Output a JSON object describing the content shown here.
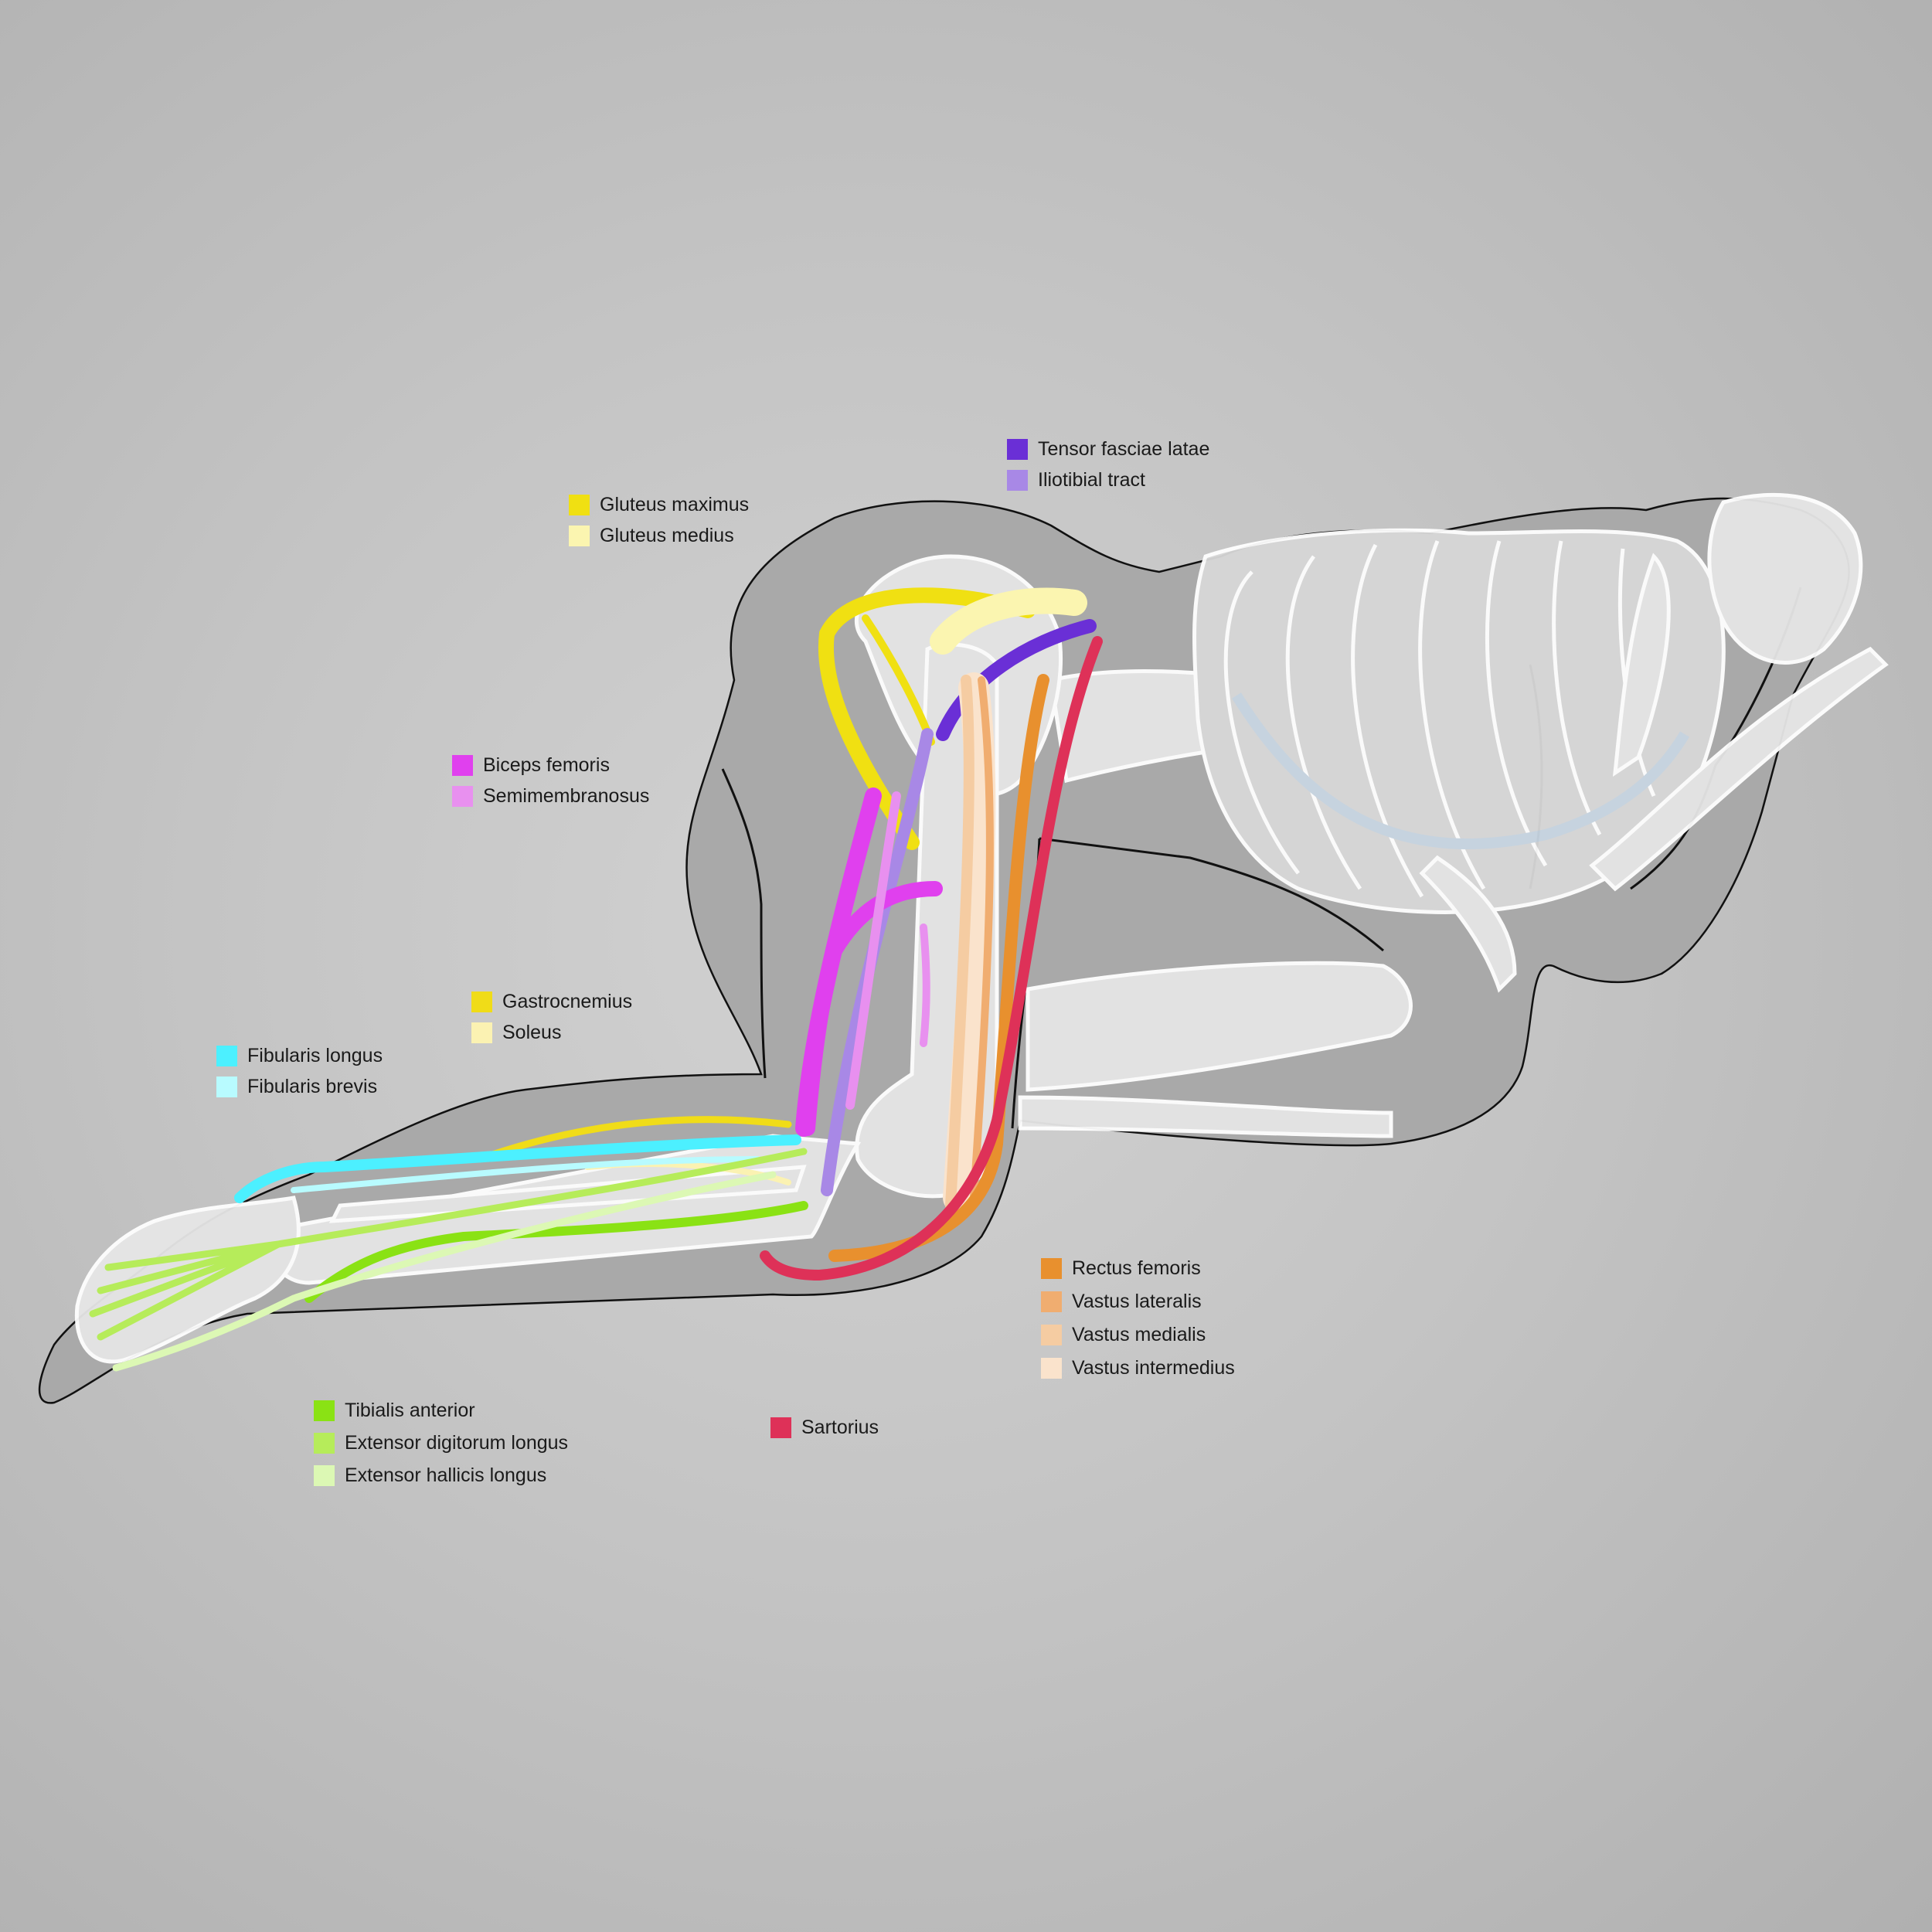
{
  "legend_groups": [
    {
      "items": [
        {
          "label": "Tensor fasciae latae",
          "color": "#6a2fd6"
        },
        {
          "label": "Iliotibial tract",
          "color": "#a888e6"
        }
      ]
    },
    {
      "items": [
        {
          "label": "Gluteus maximus",
          "color": "#f0e012"
        },
        {
          "label": "Gluteus medius",
          "color": "#fbf5b0"
        }
      ]
    },
    {
      "items": [
        {
          "label": "Biceps femoris",
          "color": "#e040ee"
        },
        {
          "label": "Semimembranosus",
          "color": "#e890ef"
        }
      ]
    },
    {
      "items": [
        {
          "label": "Gastrocnemius",
          "color": "#f0dc18"
        },
        {
          "label": "Soleus",
          "color": "#fbf2b2"
        }
      ]
    },
    {
      "items": [
        {
          "label": "Fibularis longus",
          "color": "#4cf0ff"
        },
        {
          "label": "Fibularis brevis",
          "color": "#b8fbff"
        }
      ]
    },
    {
      "items": [
        {
          "label": "Rectus femoris",
          "color": "#e8902e"
        },
        {
          "label": "Vastus lateralis",
          "color": "#f0ad70"
        },
        {
          "label": "Vastus medialis",
          "color": "#f5cca2"
        },
        {
          "label": "Vastus intermedius",
          "color": "#fae3cc"
        }
      ]
    },
    {
      "items": [
        {
          "label": "Tibialis anterior",
          "color": "#8ae214"
        },
        {
          "label": "Extensor digitorum longus",
          "color": "#b6ec5a"
        },
        {
          "label": "Extensor hallicis longus",
          "color": "#dcf8b4"
        }
      ]
    },
    {
      "items": [
        {
          "label": "Sartorius",
          "color": "#de3158"
        }
      ]
    }
  ]
}
